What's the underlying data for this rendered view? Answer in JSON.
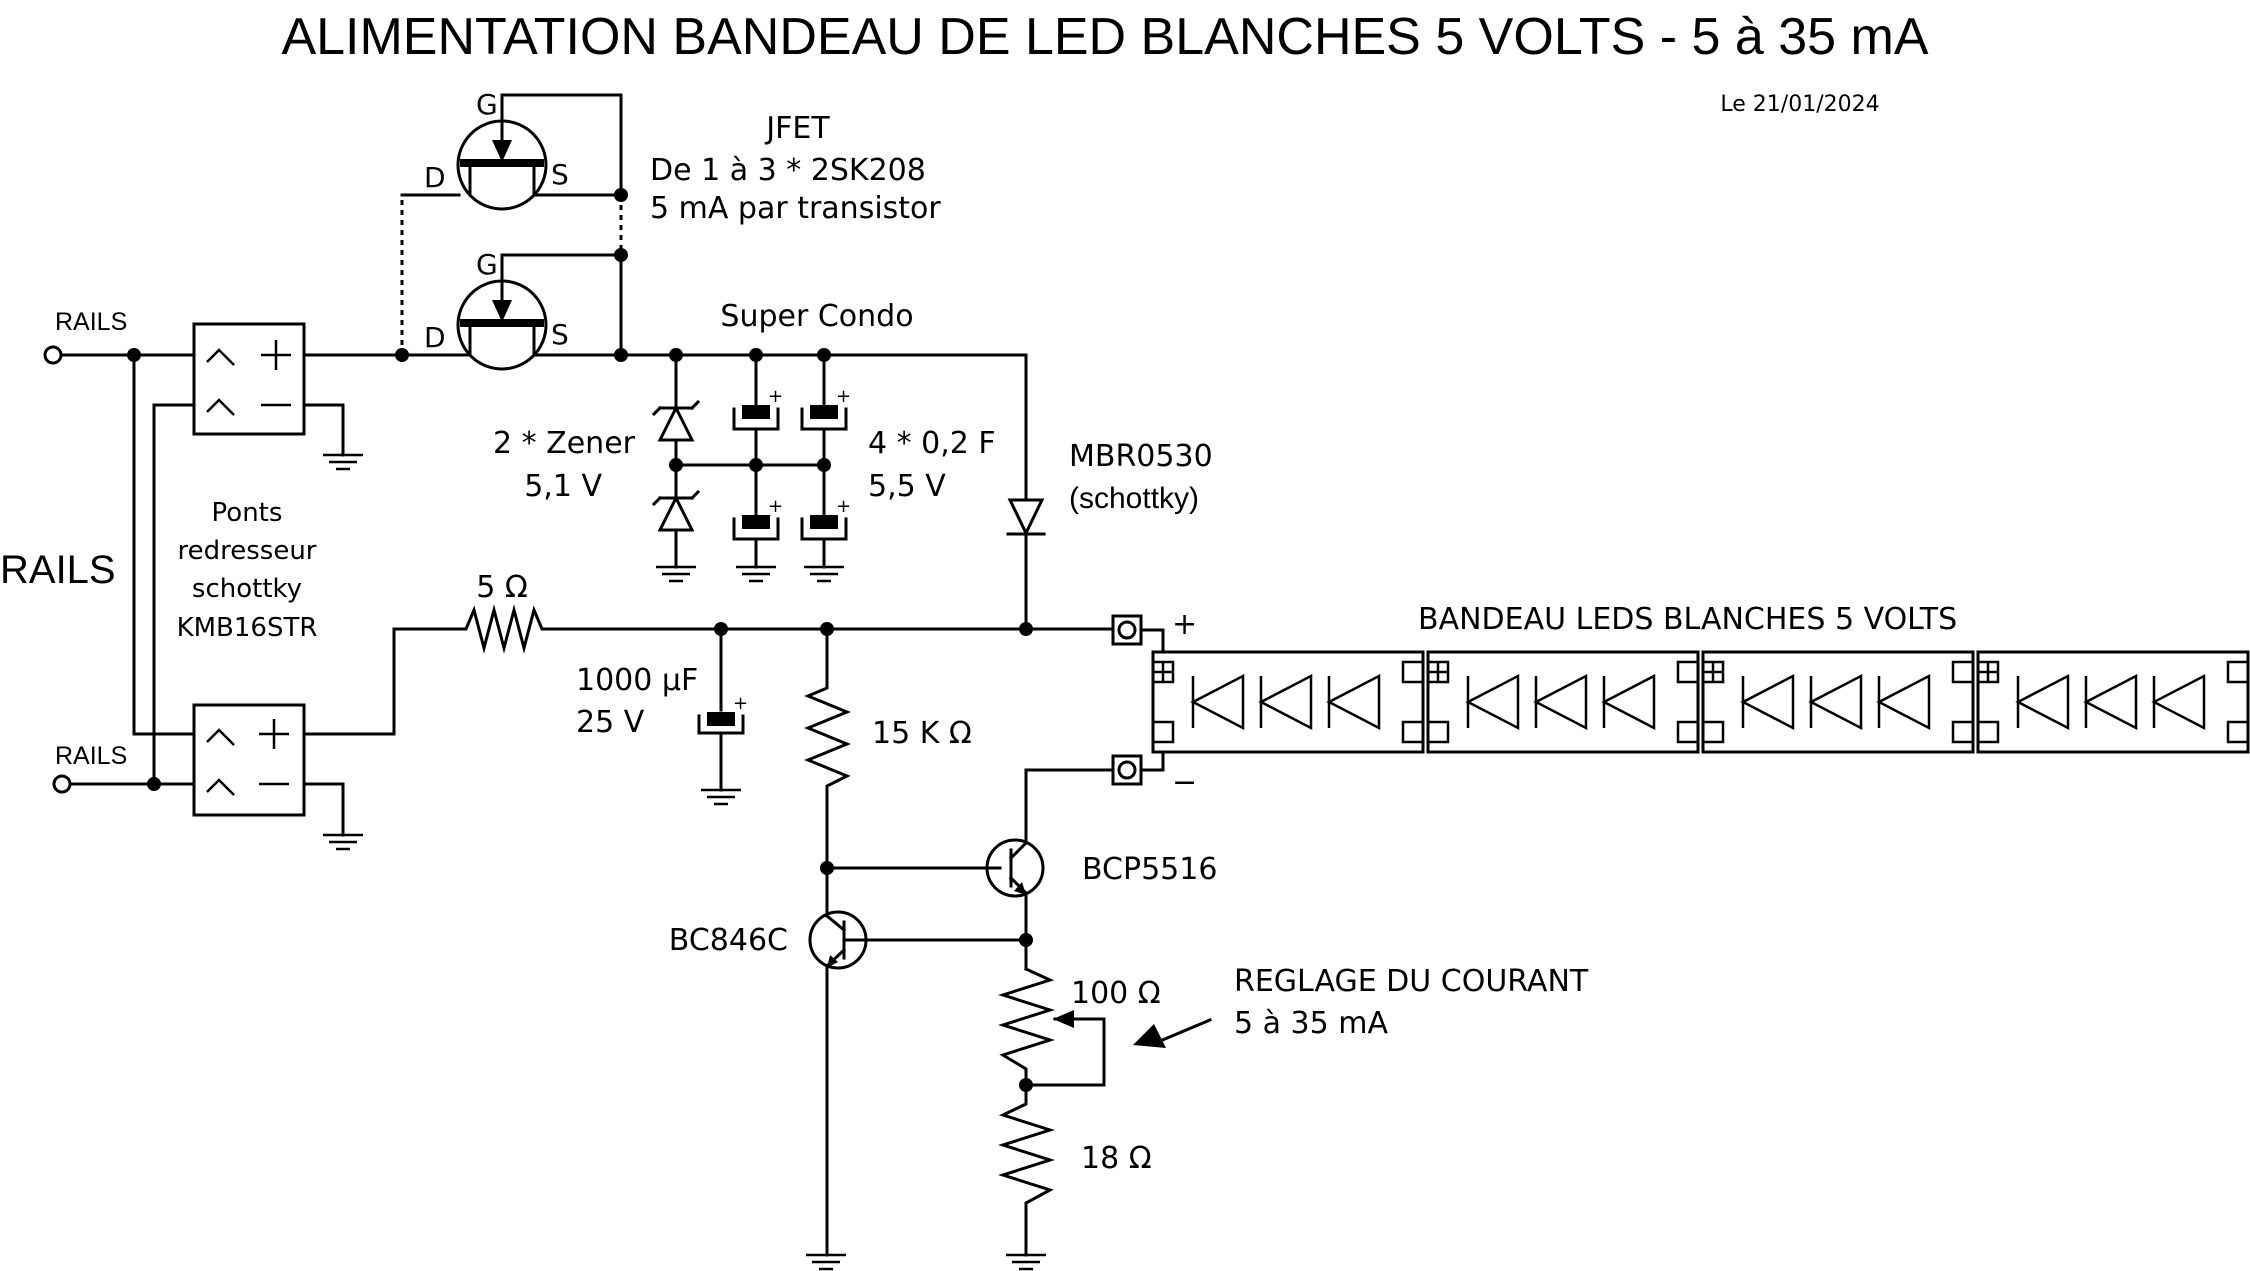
{
  "title": "ALIMENTATION BANDEAU DE LED BLANCHES 5 VOLTS - 5 à 35 mA",
  "date": "Le 21/01/2024",
  "inputs": {
    "rails_top": "RAILS",
    "rails_bottom": "RAILS",
    "rails_side": "RAILS"
  },
  "bridge": {
    "lines": [
      "Ponts",
      "redresseur",
      "schottky",
      "KMB16STR"
    ],
    "ac_symbol": "~",
    "plus_symbol": "+",
    "minus_symbol": "−"
  },
  "jfet": {
    "title": "JFET",
    "line2": "De 1 à 3  *  2SK208",
    "line3": "5 mA par transistor",
    "pin_g": "G",
    "pin_d": "D",
    "pin_s": "S"
  },
  "supercap": {
    "title": "Super Condo",
    "value_line1": "4 * 0,2 F",
    "value_line2": "5,5 V",
    "polarity": "+"
  },
  "zener": {
    "line1": "2 * Zener",
    "line2": "5,1 V"
  },
  "schottky": {
    "line1": "MBR0530",
    "line2": "(schottky)"
  },
  "r_series": "5 Ω",
  "cap_filter": {
    "line1": "1000 µF",
    "line2": "25 V",
    "polarity": "+"
  },
  "r_bias": "15 K Ω",
  "transistors": {
    "pass": "BCP5516",
    "sense": "BC846C"
  },
  "pot": "100 Ω",
  "r_sense": "18 Ω",
  "adjust": {
    "line1": "REGLAGE DU COURANT",
    "line2": "5 à 35 mA"
  },
  "led_strip": {
    "label": "BANDEAU LEDS BLANCHES  5 VOLTS",
    "plus": "+",
    "minus": "−",
    "segments": 4,
    "leds_per_segment": 3
  }
}
